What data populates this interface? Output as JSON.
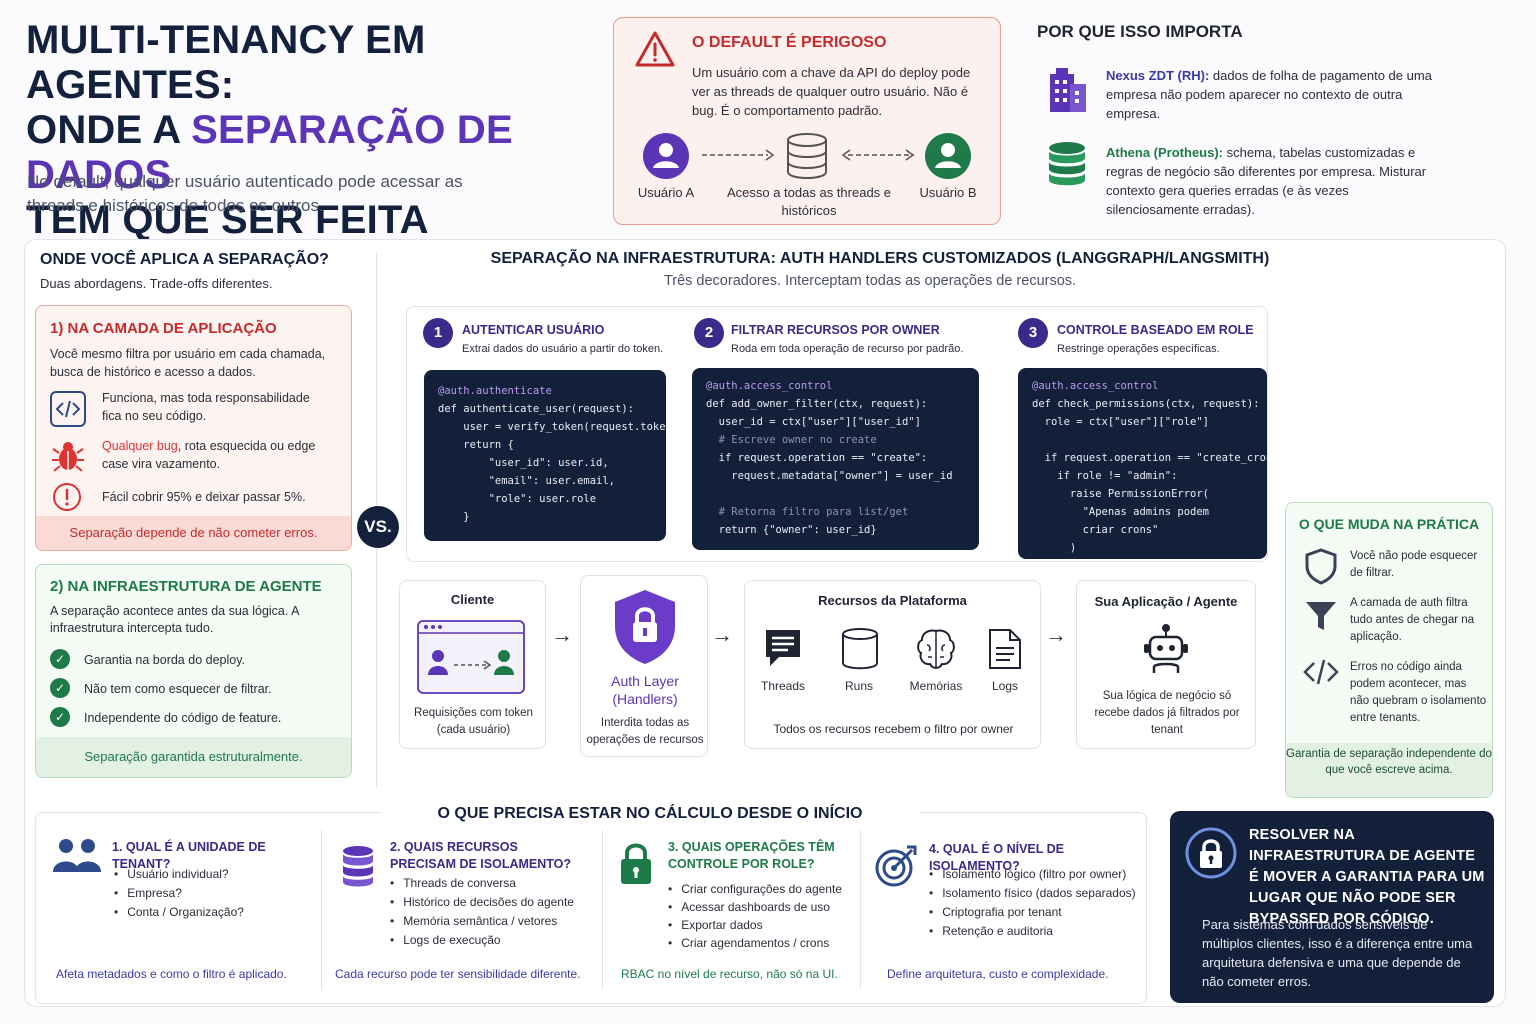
{
  "header": {
    "title_line1": "MULTI-TENANCY EM AGENTES:",
    "title_line2_prefix": "ONDE A ",
    "title_line2_accent": "SEPARAÇÃO DE DADOS",
    "title_line3": "TEM QUE SER FEITA",
    "subtitle": "No default, qualquer usuário autenticado pode acessar as threads e históricos de todos os outros."
  },
  "danger": {
    "title": "O DEFAULT É PERIGOSO",
    "description": "Um usuário com a chave da API do deploy pode ver as threads de qualquer outro usuário. Não é bug. É o comportamento padrão.",
    "user_a": "Usuário A",
    "center": "Acesso a todas as threads e históricos",
    "user_b": "Usuário B"
  },
  "why": {
    "title": "POR QUE ISSO IMPORTA",
    "item1_name": "Nexus ZDT (RH):",
    "item1_text": " dados de folha de pagamento de uma empresa não podem aparecer no contexto de outra empresa.",
    "item2_name": "Athena (Protheus):",
    "item2_text": " schema, tabelas customizadas e regras de negócio são diferentes por empresa. Misturar contexto gera queries erradas (e às vezes silenciosamente erradas)."
  },
  "left": {
    "heading": "ONDE VOCÊ APLICA A SEPARAÇÃO?",
    "sub": "Duas abordagens. Trade-offs diferentes.",
    "app": {
      "title": "1) NA CAMADA DE APLICAÇÃO",
      "description": "Você mesmo filtra por usuário em cada chamada, busca de histórico e acesso a dados.",
      "item1": "Funciona, mas toda responsabilidade fica no seu código.",
      "item2_red": "Qualquer bug",
      "item2_rest": ", rota esquecida ou edge case vira vazamento.",
      "item3": "Fácil cobrir 95% e deixar passar 5%.",
      "footer": "Separação depende de não cometer erros."
    },
    "vs": "VS.",
    "infra": {
      "title": "2) NA INFRAESTRUTURA DE AGENTE",
      "description": "A separação acontece antes da sua lógica. A infraestrutura intercepta tudo.",
      "item1": "Garantia na borda do deploy.",
      "item2": "Não tem como esquecer de filtrar.",
      "item3": "Independente do código de feature.",
      "footer": "Separação garantida estruturalmente."
    }
  },
  "middle": {
    "heading": "SEPARAÇÃO NA INFRAESTRUTURA: AUTH HANDLERS CUSTOMIZADOS (LANGGRAPH/LANGSMITH)",
    "sub": "Três decoradores. Interceptam todas as operações de recursos.",
    "steps": [
      {
        "num": "1",
        "title": "AUTENTICAR USUÁRIO",
        "desc": "Extrai dados do usuário a partir do token.",
        "code": [
          {
            "t": "@auth.authenticate",
            "c": "dec"
          },
          {
            "t": "def authenticate_user(request):",
            "c": ""
          },
          {
            "t": "    user = verify_token(request.token)",
            "c": ""
          },
          {
            "t": "    return {",
            "c": ""
          },
          {
            "t": "        \"user_id\": user.id,",
            "c": ""
          },
          {
            "t": "        \"email\": user.email,",
            "c": ""
          },
          {
            "t": "        \"role\": user.role",
            "c": ""
          },
          {
            "t": "    }",
            "c": ""
          }
        ]
      },
      {
        "num": "2",
        "title": "FILTRAR RECURSOS POR OWNER",
        "desc": "Roda em toda operação de recurso por padrão.",
        "code": [
          {
            "t": "@auth.access_control",
            "c": "dec"
          },
          {
            "t": "def add_owner_filter(ctx, request):",
            "c": ""
          },
          {
            "t": "  user_id = ctx[\"user\"][\"user_id\"]",
            "c": ""
          },
          {
            "t": "  # Escreve owner no create",
            "c": "cm"
          },
          {
            "t": "  if request.operation == \"create\":",
            "c": ""
          },
          {
            "t": "    request.metadata[\"owner\"] = user_id",
            "c": ""
          },
          {
            "t": "",
            "c": ""
          },
          {
            "t": "  # Retorna filtro para list/get",
            "c": "cm"
          },
          {
            "t": "  return {\"owner\": user_id}",
            "c": ""
          }
        ]
      },
      {
        "num": "3",
        "title": "CONTROLE BASEADO EM ROLE",
        "desc": "Restringe operações específicas.",
        "code": [
          {
            "t": "@auth.access_control",
            "c": "dec"
          },
          {
            "t": "def check_permissions(ctx, request):",
            "c": ""
          },
          {
            "t": "  role = ctx[\"user\"][\"role\"]",
            "c": ""
          },
          {
            "t": "",
            "c": ""
          },
          {
            "t": "  if request.operation == \"create_cron\":",
            "c": ""
          },
          {
            "t": "    if role != \"admin\":",
            "c": ""
          },
          {
            "t": "      raise PermissionError(",
            "c": ""
          },
          {
            "t": "        \"Apenas admins podem",
            "c": ""
          },
          {
            "t": "        criar crons\"",
            "c": ""
          },
          {
            "t": "      )",
            "c": ""
          }
        ]
      }
    ],
    "flow": {
      "client_title": "Cliente",
      "client_desc": "Requisições com token (cada usuário)",
      "auth_title": "Auth Layer (Handlers)",
      "auth_desc": "Interdita todas as operações de recursos",
      "resources_title": "Recursos da Plataforma",
      "resources": [
        "Threads",
        "Runs",
        "Memórias",
        "Logs"
      ],
      "resources_foot": "Todos os recursos recebem o filtro por owner",
      "app_title": "Sua Aplicação / Agente",
      "app_desc": "Sua lógica de negócio só recebe dados já filtrados por tenant"
    }
  },
  "practice": {
    "title": "O QUE MUDA NA PRÁTICA",
    "item1": "Você não pode esquecer de filtrar.",
    "item2": "A camada de auth filtra tudo antes de chegar na aplicação.",
    "item3": "Erros no código ainda podem acontecer, mas não quebram o isolamento entre tenants.",
    "footer": "Garantia de separação independente do que você escreve acima."
  },
  "bottom": {
    "heading": "O QUE PRECISA ESTAR NO CÁLCULO DESDE O INÍCIO",
    "cols": [
      {
        "title": "1. QUAL É A UNIDADE DE TENANT?",
        "items": [
          "Usuário individual?",
          "Empresa?",
          "Conta / Organização?"
        ],
        "footer": "Afeta metadados e como o filtro é aplicado."
      },
      {
        "title": "2. QUAIS RECURSOS PRECISAM DE ISOLAMENTO?",
        "items": [
          "Threads de conversa",
          "Histórico de decisões do agente",
          "Memória semântica / vetores",
          "Logs de execução"
        ],
        "footer": "Cada recurso pode ter sensibilidade diferente."
      },
      {
        "title": "3. QUAIS OPERAÇÕES TÊM CONTROLE POR ROLE?",
        "items": [
          "Criar configurações do agente",
          "Acessar dashboards de uso",
          "Exportar dados",
          "Criar agendamentos / crons"
        ],
        "footer": "RBAC no nível de recurso, não só na UI."
      },
      {
        "title": "4. QUAL É O NÍVEL DE ISOLAMENTO?",
        "items": [
          "Isolamento lógico (filtro por owner)",
          "Isolamento físico (dados separados)",
          "Criptografia por tenant",
          "Retenção e auditoria"
        ],
        "footer": "Define arquitetura, custo e complexidade."
      }
    ]
  },
  "final": {
    "title": "RESOLVER NA INFRAESTRUTURA DE AGENTE É MOVER A GARANTIA PARA UM LUGAR QUE NÃO PODE SER BYPASSED POR CÓDIGO.",
    "text": "Para sistemas com dados sensíveis de múltiplos clientes, isso é a diferença entre uma arquitetura defensiva e uma que depende de não cometer erros."
  },
  "colors": {
    "accent_purple": "#5b35b5",
    "danger_red": "#c62b2b",
    "safe_green": "#1f7a4a",
    "navy": "#13203a"
  }
}
